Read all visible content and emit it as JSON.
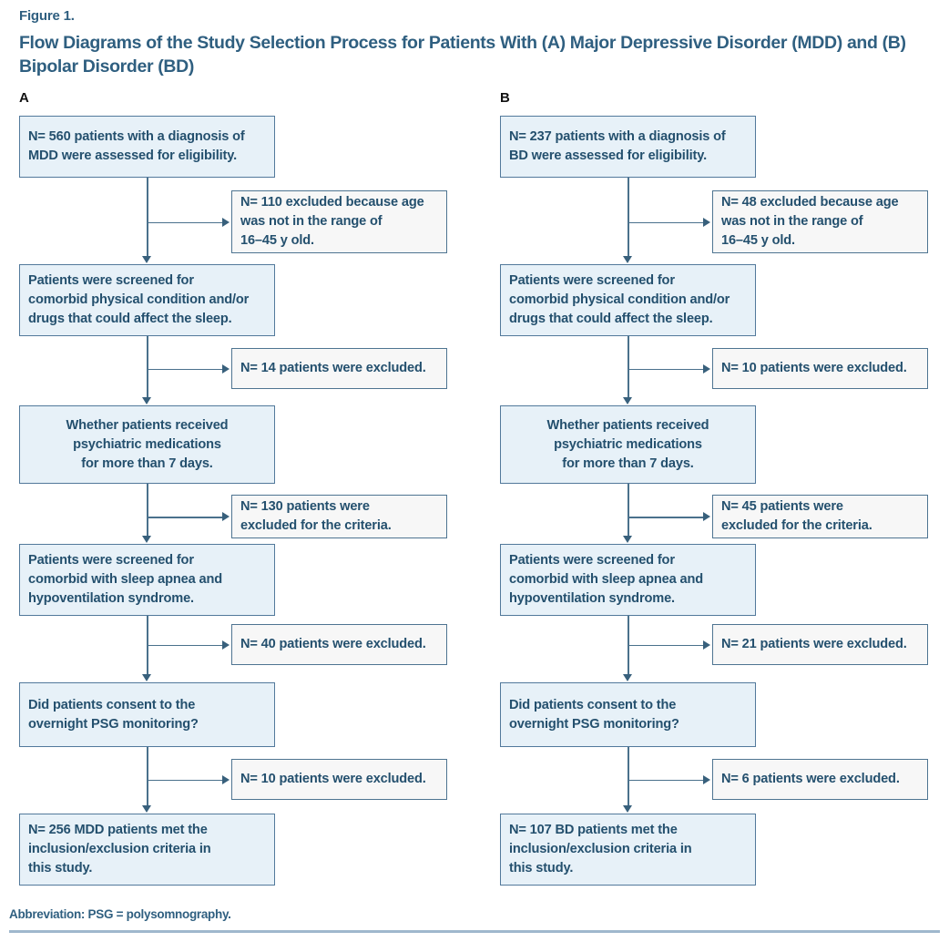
{
  "header": {
    "figure_number": "Figure 1.",
    "title": "Flow Diagrams of the Study Selection Process for Patients With (A) Major Depressive Disorder (MDD) and (B) Bipolar Disorder (BD)"
  },
  "colors": {
    "primary_box_fill": "#e7f1f8",
    "primary_box_border": "#52799b",
    "exclusion_box_fill": "#f7f7f7",
    "exclusion_box_border": "#4e7491",
    "text_blue": "#24506e",
    "title_blue": "#2f5f80",
    "connector": "#4a718c"
  },
  "panels": [
    {
      "letter": "A",
      "steps": [
        {
          "text": "N= 560 patients with a diagnosis of\nMDD were assessed for eligibility."
        },
        {
          "text": "Patients were screened for\ncomorbid physical condition and/or\ndrugs that could affect the sleep."
        },
        {
          "text": "Whether patients received\npsychiatric medications\nfor more than 7 days."
        },
        {
          "text": "Patients were screened for\ncomorbid with sleep apnea and\nhypoventilation syndrome."
        },
        {
          "text": "Did patients consent to the\novernight PSG monitoring?"
        },
        {
          "text": "N= 256 MDD patients met the\ninclusion/exclusion criteria in\nthis study."
        }
      ],
      "exclusions": [
        {
          "text": "N= 110 excluded because age\nwas not in the range of\n16–45 y old."
        },
        {
          "text": "N= 14 patients were excluded."
        },
        {
          "text": "N= 130 patients were\nexcluded for the criteria."
        },
        {
          "text": "N= 40 patients were excluded."
        },
        {
          "text": "N= 10 patients were excluded."
        }
      ]
    },
    {
      "letter": "B",
      "steps": [
        {
          "text": "N= 237 patients with a diagnosis of\nBD were assessed for eligibility."
        },
        {
          "text": "Patients were screened for\ncomorbid physical condition and/or\ndrugs that could affect the sleep."
        },
        {
          "text": "Whether patients received\npsychiatric medications\nfor more than 7 days."
        },
        {
          "text": "Patients were screened for\ncomorbid with sleep apnea and\nhypoventilation syndrome."
        },
        {
          "text": "Did patients consent to the\novernight PSG monitoring?"
        },
        {
          "text": "N= 107 BD patients met the\ninclusion/exclusion criteria in\nthis study."
        }
      ],
      "exclusions": [
        {
          "text": "N= 48 excluded because age\nwas not in the range of\n16–45 y old."
        },
        {
          "text": "N= 10 patients were excluded."
        },
        {
          "text": "N= 45 patients were\nexcluded for the criteria."
        },
        {
          "text": "N= 21 patients were excluded."
        },
        {
          "text": "N= 6 patients were excluded."
        }
      ]
    }
  ],
  "footer": {
    "abbreviation_note": "Abbreviation: PSG = polysomnography."
  }
}
